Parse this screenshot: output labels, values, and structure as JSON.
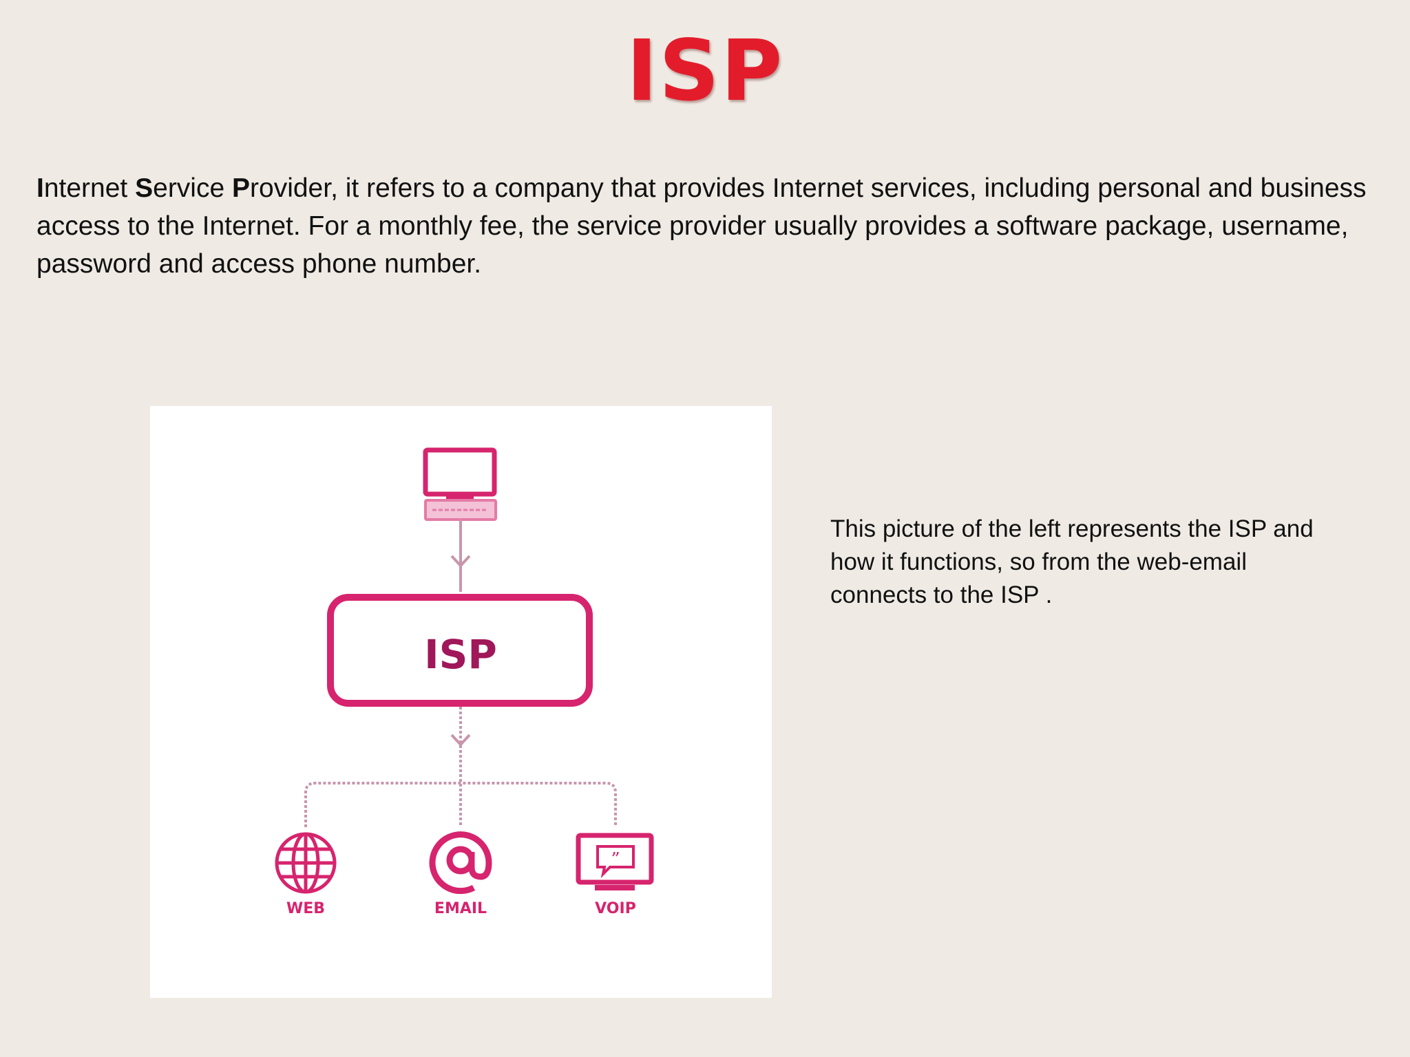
{
  "slide": {
    "title": "ISP"
  },
  "intro": {
    "term_initial_1": "I",
    "term_rest_1": "nternet ",
    "term_initial_2": "S",
    "term_rest_2": "ervice ",
    "term_initial_3": "P",
    "term_rest_3": "rovider,",
    "body": " it refers to a company that provides Internet services, including personal and business access to the Internet. For a monthly fee, the service provider usually provides a software package, username, password and access phone number."
  },
  "diagram": {
    "center_label": "ISP",
    "services": [
      {
        "label": "WEB",
        "icon": "globe-icon"
      },
      {
        "label": "EMAIL",
        "icon": "at-sign-icon"
      },
      {
        "label": "VOIP",
        "icon": "speech-monitor-icon"
      }
    ],
    "client_icon": "computer-icon",
    "color": "#d6246e"
  },
  "caption": {
    "text": "This picture of the left represents the ISP and how it functions, so from the web-email connects to the ISP ."
  },
  "colors": {
    "background": "#efebe4",
    "title": "#e31c2b",
    "diagram_accent": "#d6246e"
  }
}
